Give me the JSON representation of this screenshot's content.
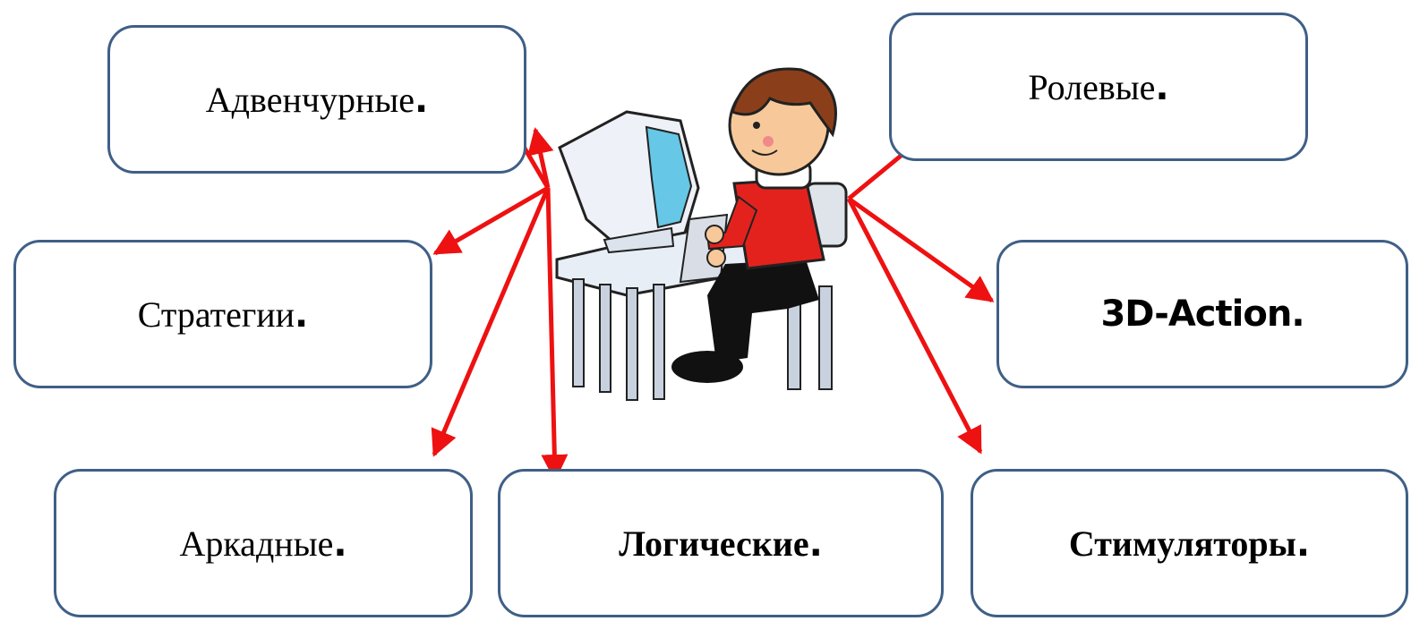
{
  "categories": [
    {
      "id": "adventure",
      "label": "Адвенчурные",
      "suffix": "."
    },
    {
      "id": "strategy",
      "label": "Стратегии",
      "suffix": "."
    },
    {
      "id": "arcade",
      "label": "Аркадные",
      "suffix": "."
    },
    {
      "id": "logic",
      "label": "Логические",
      "suffix": "."
    },
    {
      "id": "roleplay",
      "label": "Ролевые",
      "suffix": "."
    },
    {
      "id": "action3d",
      "label": "3D-Action",
      "suffix": "."
    },
    {
      "id": "simulators",
      "label": "Стимуляторы",
      "suffix": "."
    }
  ],
  "colors": {
    "arrow": "#ee1111",
    "box_border": "#3f5f86"
  },
  "illustration": "boy-at-computer-icon"
}
